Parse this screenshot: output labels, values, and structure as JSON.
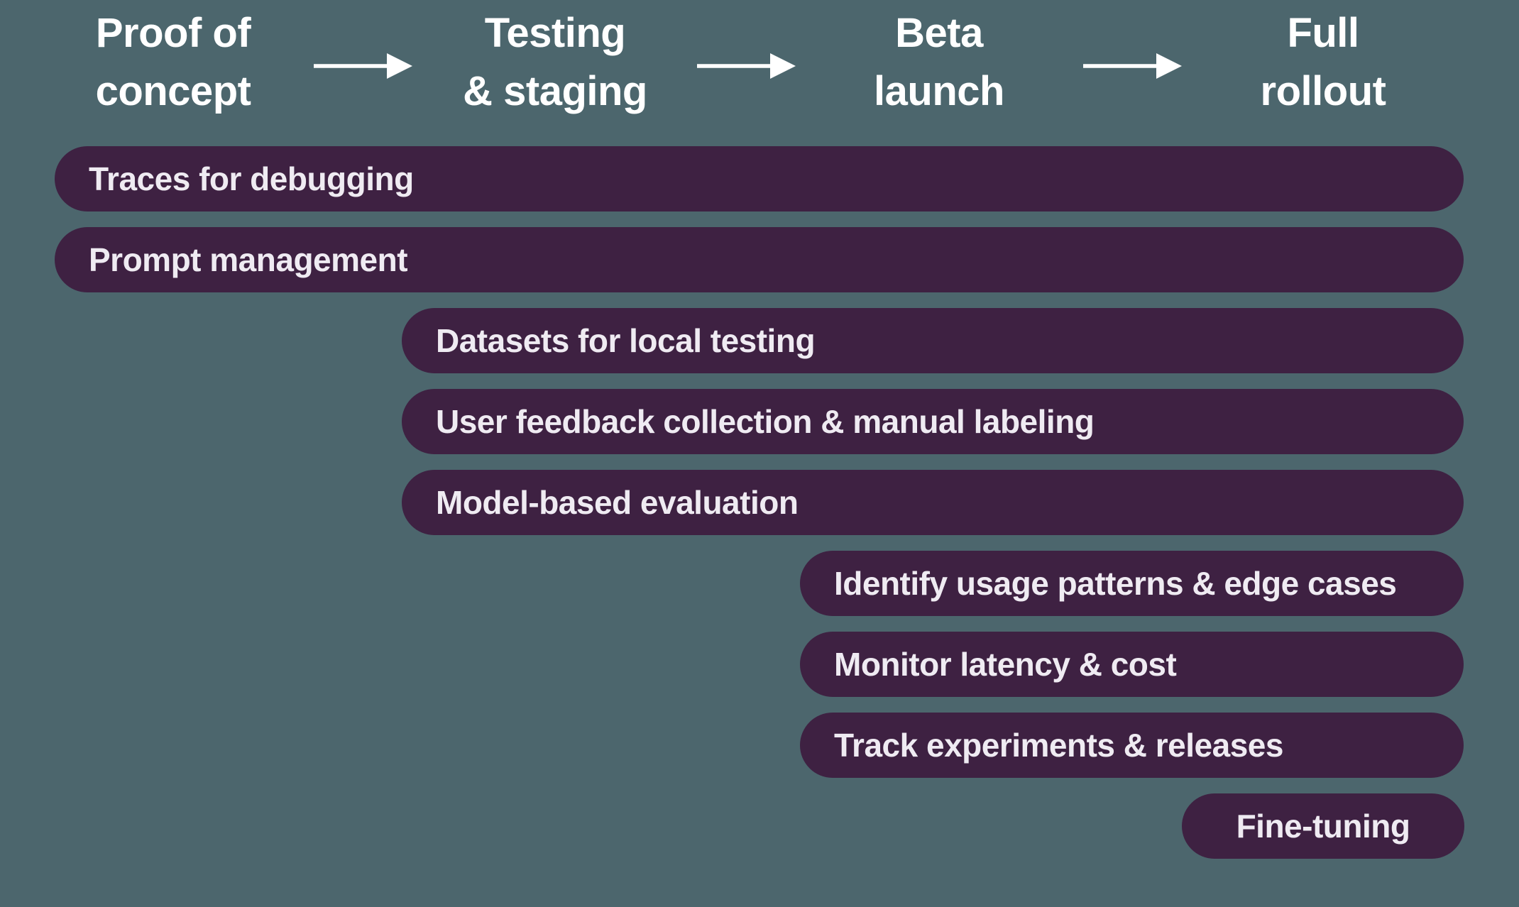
{
  "colors": {
    "background": "#4C666D",
    "bar_fill": "#3E2142",
    "bar_text": "#EFEBF2",
    "header_text": "#FFFFFF",
    "arrow": "#FFFFFF"
  },
  "icons": {
    "stage_arrow": "arrow-right-icon"
  },
  "stages": [
    {
      "line1": "Proof of",
      "line2": "concept"
    },
    {
      "line1": "Testing",
      "line2": "& staging"
    },
    {
      "line1": "Beta",
      "line2": "launch"
    },
    {
      "line1": "Full",
      "line2": "rollout"
    }
  ],
  "bars": [
    {
      "label": "Traces for debugging",
      "starts_at_stage": "Proof of concept",
      "ends_at_stage": "Full rollout"
    },
    {
      "label": "Prompt management",
      "starts_at_stage": "Proof of concept",
      "ends_at_stage": "Full rollout"
    },
    {
      "label": "Datasets for local testing",
      "starts_at_stage": "Testing & staging",
      "ends_at_stage": "Full rollout"
    },
    {
      "label": "User feedback collection & manual labeling",
      "starts_at_stage": "Testing & staging",
      "ends_at_stage": "Full rollout"
    },
    {
      "label": "Model-based evaluation",
      "starts_at_stage": "Testing & staging",
      "ends_at_stage": "Full rollout"
    },
    {
      "label": "Identify usage patterns & edge cases",
      "starts_at_stage": "Beta launch",
      "ends_at_stage": "Full rollout"
    },
    {
      "label": "Monitor latency & cost",
      "starts_at_stage": "Beta launch",
      "ends_at_stage": "Full rollout"
    },
    {
      "label": "Track experiments & releases",
      "starts_at_stage": "Beta launch",
      "ends_at_stage": "Full rollout"
    },
    {
      "label": "Fine-tuning",
      "starts_at_stage": "Full rollout",
      "ends_at_stage": "Full rollout"
    }
  ]
}
